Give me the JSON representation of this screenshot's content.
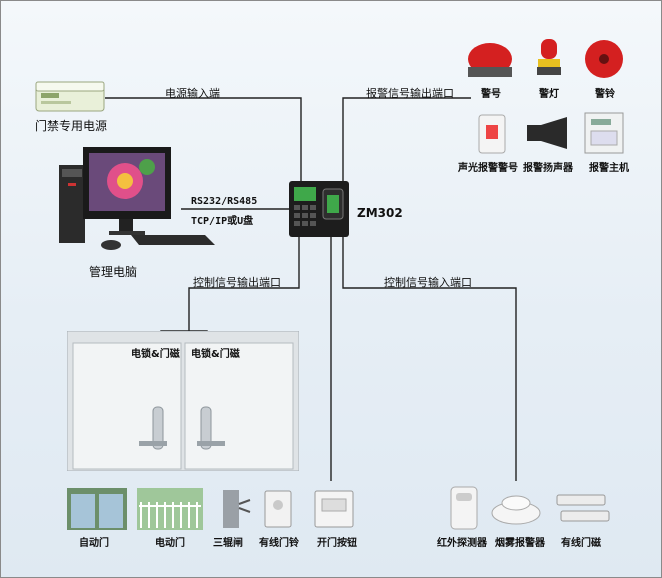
{
  "controller": {
    "model": "ZM302"
  },
  "connections": {
    "power_in": "电源输入端",
    "alarm_out": "报警信号输出端口",
    "comm_line1": "RS232/RS485",
    "comm_line2": "TCP/IP或U盘",
    "control_out": "控制信号输出端口",
    "control_in": "控制信号输入端口"
  },
  "devices": {
    "power_supply": "门禁专用电源",
    "computer": "管理电脑",
    "alarm_devices": [
      "警号",
      "警灯",
      "警铃",
      "声光报警警号",
      "报警扬声器",
      "报警主机"
    ],
    "door_locks": [
      "电锁&门磁",
      "电锁&门磁"
    ],
    "output_devices": [
      "自动门",
      "电动门",
      "三辊闸",
      "有线门铃",
      "开门按钮"
    ],
    "input_devices": [
      "红外探测器",
      "烟雾报警器",
      "有线门磁"
    ]
  },
  "colors": {
    "wire": "#222222",
    "alarm_red": "#d42020",
    "screen_green": "#3fa84a"
  }
}
